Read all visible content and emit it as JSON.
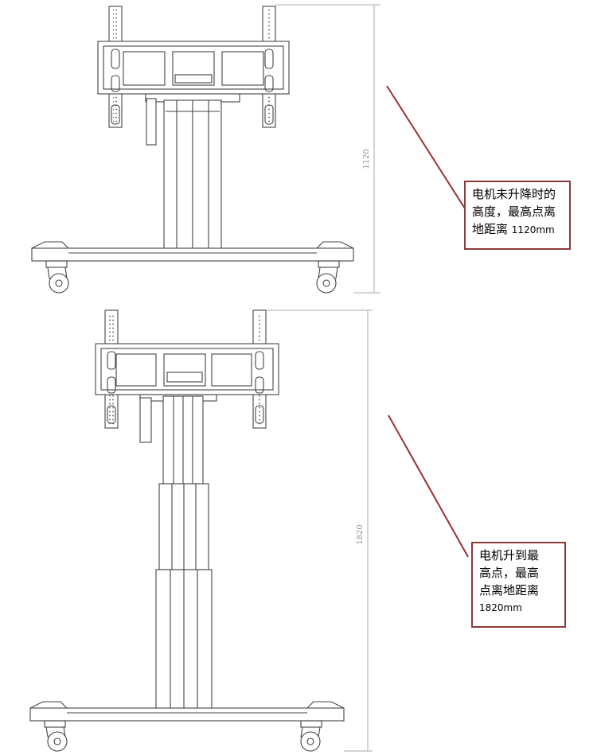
{
  "dimensions": {
    "low_height_label": "1120",
    "high_height_label": "1820"
  },
  "callouts": {
    "top": {
      "line1": "电机未升降时的",
      "line2": "高度，最高点离",
      "line3_text": "地距离",
      "line3_value": "1120mm"
    },
    "bottom": {
      "line1": "电机升到最",
      "line2": "高点，最高",
      "line3": "点离地距离",
      "line4": "1820mm"
    }
  },
  "colors": {
    "line_art": "#444444",
    "dimension": "#aaaaaa",
    "callout_border": "#8a3a3a",
    "leader": "#9b2f2f"
  }
}
